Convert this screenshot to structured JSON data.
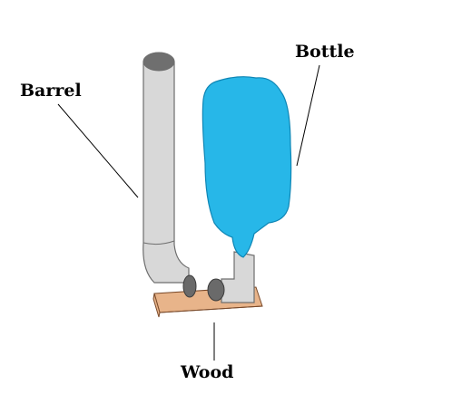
{
  "labels": {
    "barrel": "Barrel",
    "bottle": "Bottle",
    "wood": "Wood"
  },
  "colors": {
    "background": "#ffffff",
    "pipe_fill": "#d8d8d8",
    "pipe_stroke": "#6e6e6e",
    "pipe_opening": "#6f6f6f",
    "bottle_fill": "#27b7e8",
    "bottle_stroke": "#0f86b5",
    "wood_fill": "#e8b48a",
    "wood_stroke": "#7a4a2a",
    "valve_fill": "#6a6a6a",
    "leader_line": "#000000"
  }
}
